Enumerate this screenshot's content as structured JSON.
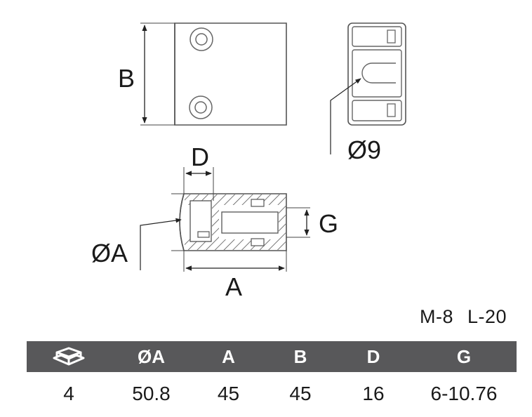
{
  "drawing": {
    "front_view": {
      "dimension_label": "B"
    },
    "side_view": {
      "hole_label": "Ø9"
    },
    "section_view": {
      "depth_label": "D",
      "diameter_label": "ØA",
      "gap_label": "G",
      "length_label": "A"
    }
  },
  "spec": {
    "material": "M-8",
    "length": "L-20"
  },
  "table": {
    "headers": [
      {
        "icon": "package-box-icon",
        "label": ""
      },
      {
        "label": "ØA"
      },
      {
        "label": "A"
      },
      {
        "label": "B"
      },
      {
        "label": "D"
      },
      {
        "label": "G"
      }
    ],
    "rows": [
      [
        "4",
        "50.8",
        "45",
        "45",
        "16",
        "6-10.76"
      ]
    ],
    "header_bg": "#58585a",
    "header_fg": "#ffffff"
  }
}
